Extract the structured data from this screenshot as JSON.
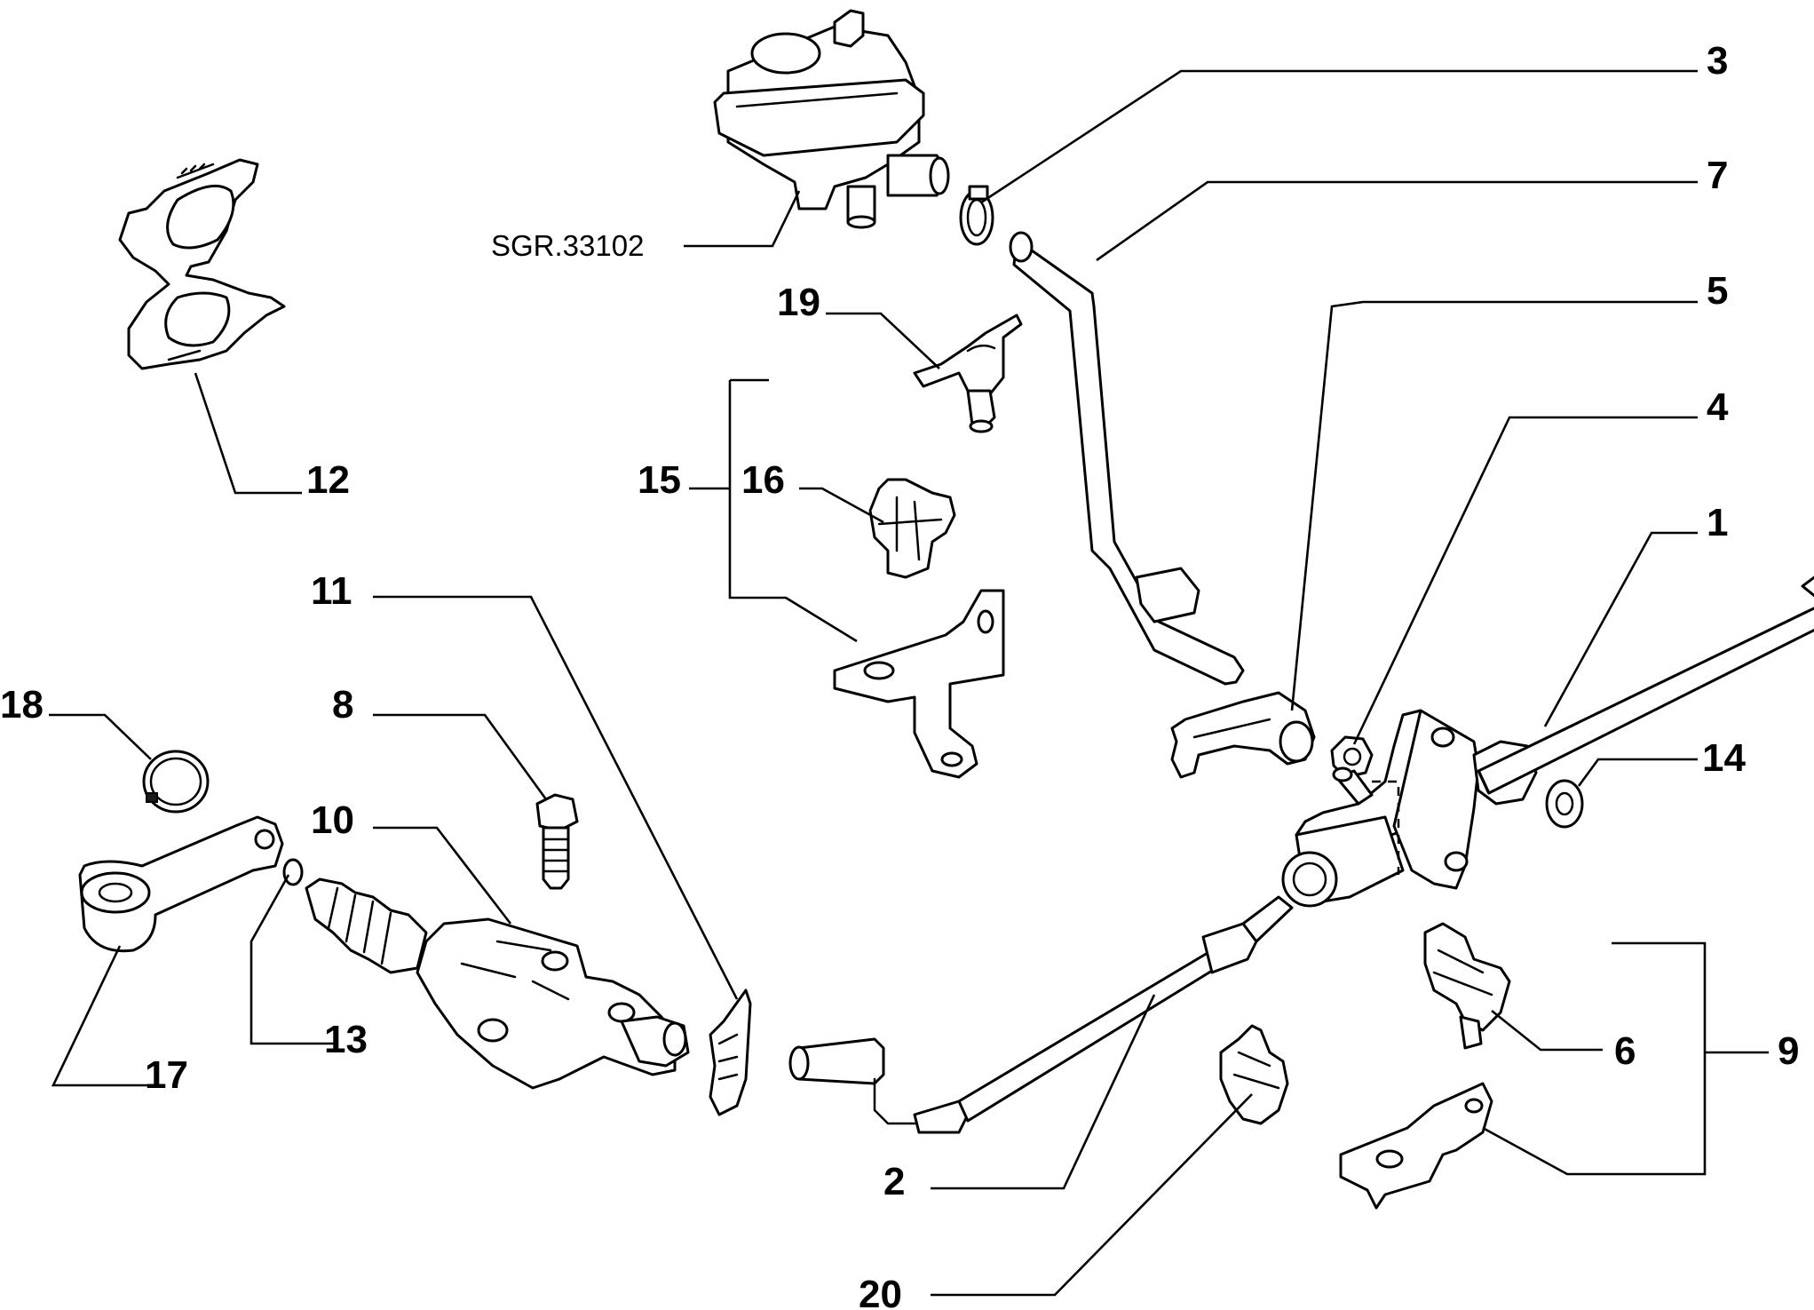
{
  "reference_label": "SGR.33102",
  "callouts": {
    "c1": "1",
    "c2": "2",
    "c3": "3",
    "c4": "4",
    "c5": "5",
    "c6": "6",
    "c7": "7",
    "c8": "8",
    "c9": "9",
    "c10": "10",
    "c11": "11",
    "c12": "12",
    "c13": "13",
    "c14": "14",
    "c15": "15",
    "c16": "16",
    "c17": "17",
    "c18": "18",
    "c19": "19",
    "c20": "20"
  },
  "colors": {
    "line": "#000000",
    "background": "#ffffff"
  }
}
